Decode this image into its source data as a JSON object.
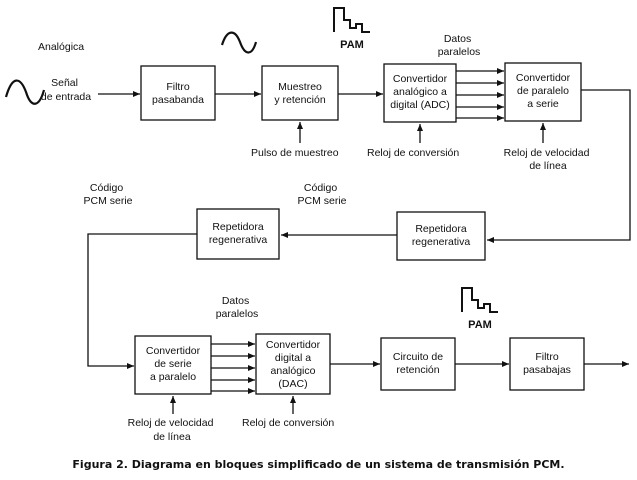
{
  "blocks": {
    "filtro_pasabanda": [
      "Filtro",
      "pasabanda"
    ],
    "muestreo": [
      "Muestreo",
      "y retención"
    ],
    "adc": [
      "Convertidor",
      "analógico a",
      "digital (ADC)"
    ],
    "paralelo_serie": [
      "Convertidor",
      "de paralelo",
      "a serie"
    ],
    "repetidora_derecha": [
      "Repetidora",
      "regenerativa"
    ],
    "repetidora_izquierda": [
      "Repetidora",
      "regenerativa"
    ],
    "serie_paralelo": [
      "Convertidor",
      "de serie",
      "a paralelo"
    ],
    "dac": [
      "Convertidor",
      "digital a",
      "analógico",
      "(DAC)"
    ],
    "circuito_retencion": [
      "Circuito de",
      "retención"
    ],
    "filtro_pasabajas": [
      "Filtro",
      "pasabajas"
    ]
  },
  "labels": {
    "analogica": "Analógica",
    "senal_entrada": [
      "Señal",
      "de entrada"
    ],
    "pam_top": "PAM",
    "pam_bottom": "PAM",
    "datos_paralelos_top": [
      "Datos",
      "paralelos"
    ],
    "datos_paralelos_bottom": [
      "Datos",
      "paralelos"
    ],
    "pulso_muestreo": "Pulso de muestreo",
    "reloj_conversion_top": "Reloj de conversión",
    "reloj_linea_top": [
      "Reloj de velocidad",
      "de línea"
    ],
    "codigo_pcm_left": [
      "Código",
      "PCM serie"
    ],
    "codigo_pcm_mid": [
      "Código",
      "PCM serie"
    ],
    "reloj_linea_bottom": [
      "Reloj de velocidad",
      "de línea"
    ],
    "reloj_conversion_bottom": "Reloj de conversión"
  },
  "caption": "Figura 2. Diagrama en bloques simplificado de un sistema de transmisión PCM."
}
